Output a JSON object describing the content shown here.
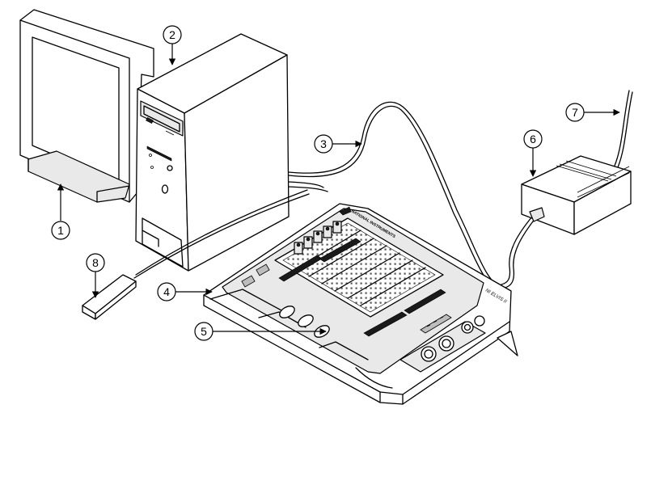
{
  "callouts": [
    {
      "id": "1",
      "label": "1"
    },
    {
      "id": "2",
      "label": "2"
    },
    {
      "id": "3",
      "label": "3"
    },
    {
      "id": "4",
      "label": "4"
    },
    {
      "id": "5",
      "label": "5"
    },
    {
      "id": "6",
      "label": "6"
    },
    {
      "id": "7",
      "label": "7"
    },
    {
      "id": "8",
      "label": "8"
    }
  ],
  "device": {
    "brand_text": "NATIONAL INSTRUMENTS",
    "model_text": "NI ELVIS II"
  }
}
